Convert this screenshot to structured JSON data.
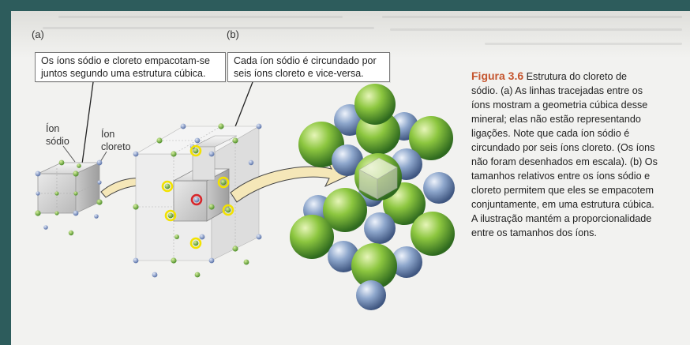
{
  "figure": {
    "panel_a_letter": "(a)",
    "panel_b_letter": "(b)",
    "callout_a_line1": "Os íons sódio e cloreto empacotam-se",
    "callout_a_line2": "juntos segundo uma estrutura cúbica.",
    "callout_b_line1": "Cada íon sódio é circundado por",
    "callout_b_line2": "seis íons cloreto e vice-versa.",
    "label_sodium_line1": "Íon",
    "label_sodium_line2": "sódio",
    "label_chloride_line1": "Íon",
    "label_chloride_line2": "cloreto"
  },
  "caption": {
    "figure_number": "Figura 3.6",
    "lines": [
      "Estrutura do cloreto de",
      "sódio. (a) As linhas tracejadas entre os",
      "íons mostram a geometria cúbica desse",
      "mineral; elas não estão representando",
      "ligações. Note que cada íon sódio é",
      "circundado por seis íons cloreto. (Os íons",
      "não foram desenhados em escala). (b) Os",
      "tamanhos relativos entre os íons sódio e",
      "cloreto permitem que eles se empacotem",
      "conjuntamente, em uma estrutura cúbica.",
      "A ilustração mantém a proporcionalidade",
      "entre os tamanhos dos íons."
    ]
  },
  "colors": {
    "chloride": "#7bbf3a",
    "sodium": "#8aa3c9",
    "highlight_yellow": "#f2e200",
    "highlight_red": "#d8262b",
    "arrow_fill": "#f5e7b8",
    "figure_label": "#c5562f"
  }
}
